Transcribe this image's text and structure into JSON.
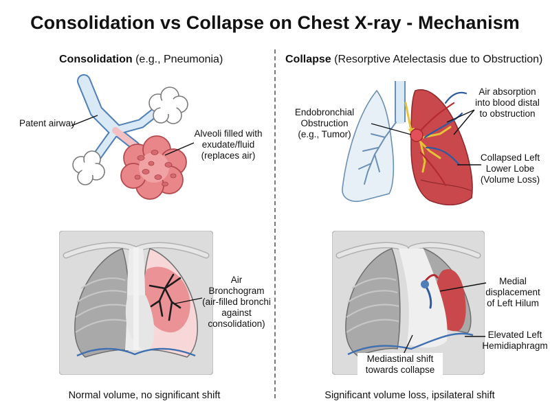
{
  "title": "Consolidation vs Collapse on Chest X-ray - Mechanism",
  "left_panel": {
    "heading_bold": "Consolidation",
    "heading_rest": " (e.g., Pneumonia)",
    "labels": {
      "patent_airway": "Patent airway",
      "alveoli": [
        "Alveoli filled with",
        "exudate/fluid",
        "(replaces air)"
      ],
      "air_bronchogram": [
        "Air",
        "Bronchogram",
        "(air-filled bronchi",
        "against",
        "consolidation)"
      ]
    },
    "caption": "Normal volume, no significant shift"
  },
  "right_panel": {
    "heading_bold": "Collapse",
    "heading_rest": " (Resorptive Atelectasis due to Obstruction)",
    "labels": {
      "obstruction": [
        "Endobronchial",
        "Obstruction",
        "(e.g., Tumor)"
      ],
      "air_absorption": [
        "Air absorption",
        "into blood distal",
        "to obstruction"
      ],
      "collapsed_lobe": [
        "Collapsed Left",
        "Lower Lobe",
        "(Volume Loss)"
      ],
      "medial_displacement": [
        "Medial",
        "displacement",
        "of Left Hilum"
      ],
      "elevated_diaphragm": [
        "Elevated Left",
        "Hemidiaphragm"
      ],
      "mediastinal_shift": [
        "Mediastinal shift",
        "towards collapse"
      ]
    },
    "caption": "Significant volume loss, ipsilateral shift"
  },
  "colors": {
    "consolidation": "#e8868a",
    "collapse": "#c9484c",
    "airway_blue": "#4f7fb8",
    "airway_fill": "#d9e9f5",
    "lung_grey": "#bdbdbd",
    "rib_grey": "#e3e3e3",
    "frame_grey": "#dcdcdc"
  }
}
